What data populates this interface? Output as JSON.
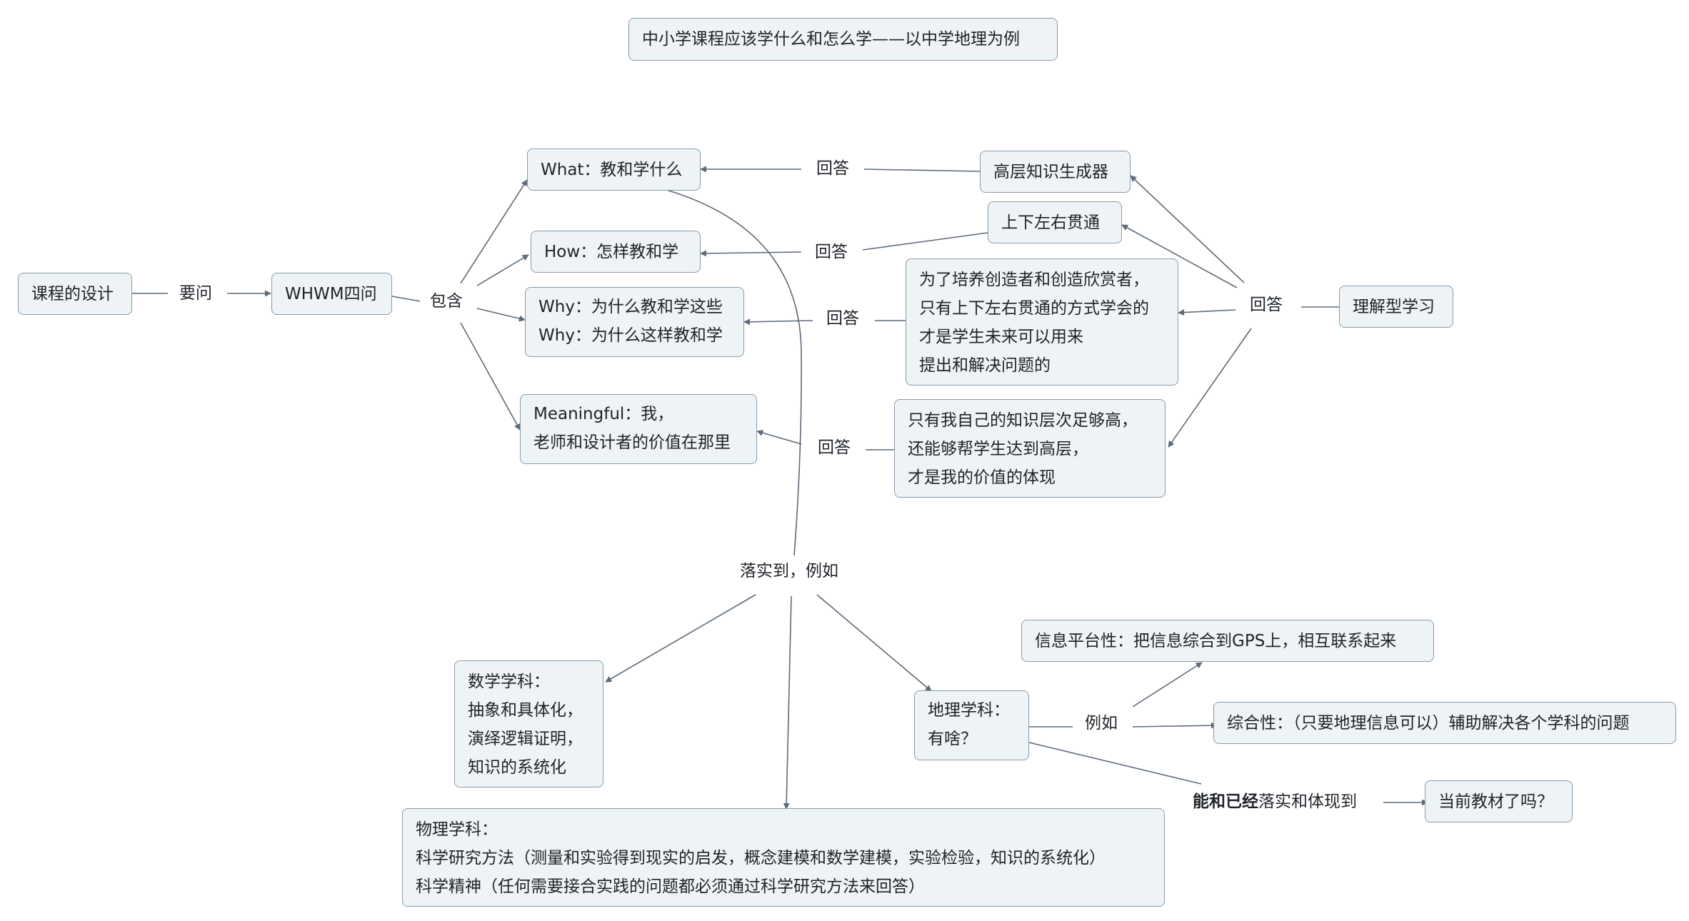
{
  "colors": {
    "node_fill": "#eef3f5",
    "node_border": "#8a9bab",
    "line": "#5d6a78",
    "text": "#1f2329"
  },
  "title": "中小学课程应该学什么和怎么学——以中学地理为例",
  "nodes": {
    "course_design": "课程的设计",
    "whwm": "WHWM四问",
    "what": "What：教和学什么",
    "how": "How：怎样教和学",
    "why": [
      "Why：为什么教和学这些",
      "Why：为什么这样教和学"
    ],
    "meaningful": [
      "Meaningful：我，",
      "老师和设计者的价值在那里"
    ],
    "high_knowledge": "高层知识生成器",
    "connected": "上下左右贯通",
    "cultivate": [
      "为了培养创造者和创造欣赏者，",
      "只有上下左右贯通的方式学会的",
      "才是学生未来可以用来",
      "提出和解决问题的"
    ],
    "value": [
      "只有我自己的知识层次足够高，",
      "还能够帮学生达到高层，",
      "才是我的价值的体现"
    ],
    "understanding": "理解型学习",
    "math": [
      "数学学科：",
      "抽象和具体化，",
      "演绎逻辑证明，",
      "知识的系统化"
    ],
    "physics": [
      "物理学科：",
      "科学研究方法（测量和实验得到现实的启发，概念建模和数学建模，实验检验，知识的系统化）",
      "科学精神（任何需要接合实践的问题都必须通过科学研究方法来回答）"
    ],
    "geography": [
      "地理学科：",
      "有啥？"
    ],
    "info_platform": "信息平台性：把信息综合到GPS上，相互联系起来",
    "comprehensive": "综合性：（只要地理信息可以）辅助解决各个学科的问题",
    "textbook": "当前教材了吗？"
  },
  "labels": {
    "ask": "要问",
    "include": "包含",
    "answer_1": "回答",
    "answer_2": "回答",
    "answer_3": "回答",
    "answer_4": "回答",
    "answer_main": "回答",
    "implement": "落实到，例如",
    "for_example": "例如",
    "can_already_bold": "能和已经",
    "can_already_rest": "落实和体现到"
  }
}
